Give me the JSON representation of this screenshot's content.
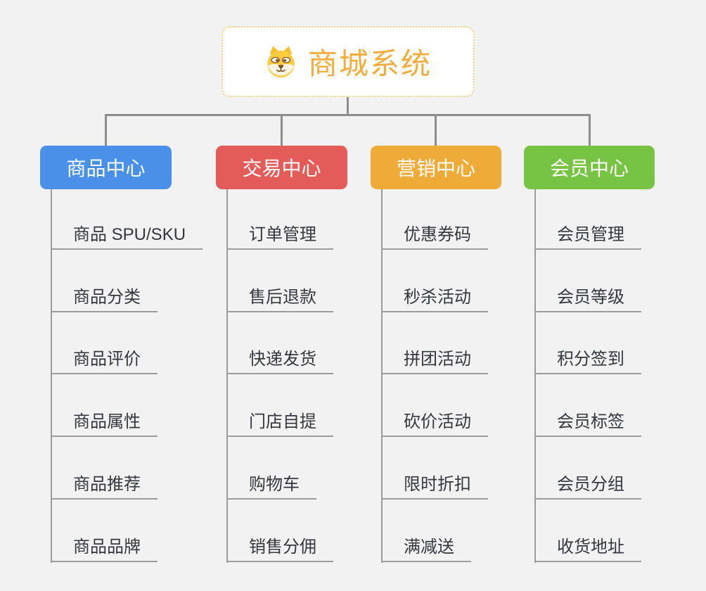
{
  "root": {
    "title": "商城系统",
    "icon": "dog-face-icon"
  },
  "branches": [
    {
      "label": "商品中心",
      "color": "#4a90e8",
      "children": [
        "商品 SPU/SKU",
        "商品分类",
        "商品评价",
        "商品属性",
        "商品推荐",
        "商品品牌"
      ]
    },
    {
      "label": "交易中心",
      "color": "#e45c59",
      "children": [
        "订单管理",
        "售后退款",
        "快递发货",
        "门店自提",
        "购物车",
        "销售分佣"
      ]
    },
    {
      "label": "营销中心",
      "color": "#efab38",
      "children": [
        "优惠券码",
        "秒杀活动",
        "拼团活动",
        "砍价活动",
        "限时折扣",
        "满减送"
      ]
    },
    {
      "label": "会员中心",
      "color": "#77c343",
      "children": [
        "会员管理",
        "会员等级",
        "积分签到",
        "会员标签",
        "会员分组",
        "收货地址"
      ]
    }
  ],
  "colors": {
    "canvas_background": "#f2f2f2",
    "root_text": "#f2ad3c",
    "root_border": "#f7cb79",
    "connector": "#8d8d8d",
    "leaf_underline": "#9c9c9c",
    "leaf_text": "#34373c"
  }
}
